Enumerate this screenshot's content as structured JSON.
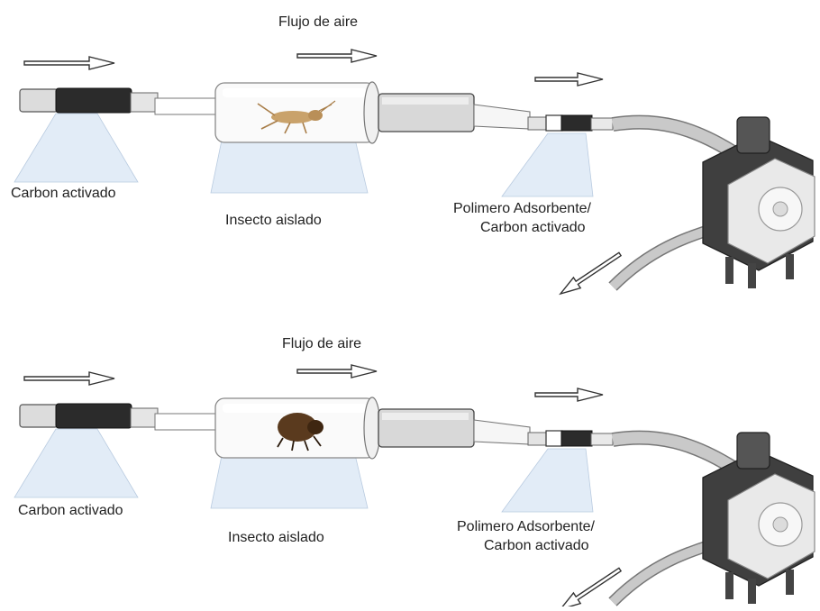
{
  "panels": [
    {
      "flow_label": "Flujo de aire",
      "labels": {
        "carbon": "Carbon activado",
        "insect": "Insecto aislado",
        "polymer_line1": "Polimero Adsorbente/",
        "polymer_line2": "Carbon activado"
      },
      "insect_type": "cricket"
    },
    {
      "flow_label": "Flujo de aire",
      "labels": {
        "carbon": "Carbon activado",
        "insect": "Insecto aislado",
        "polymer_line1": "Polimero Adsorbente/",
        "polymer_line2": "Carbon activado"
      },
      "insect_type": "beetle"
    }
  ],
  "colors": {
    "tube": "#f4f4f4",
    "tube_outline": "#9a9a9a",
    "carbon": "#2b2b2b",
    "hose": "#c9c9c9",
    "callout": "#e2ecf7",
    "pump_dark": "#3f3f3f",
    "pump_light": "#e9e9e9",
    "cricket": "#c9a26b",
    "beetle": "#5a3a1e"
  }
}
